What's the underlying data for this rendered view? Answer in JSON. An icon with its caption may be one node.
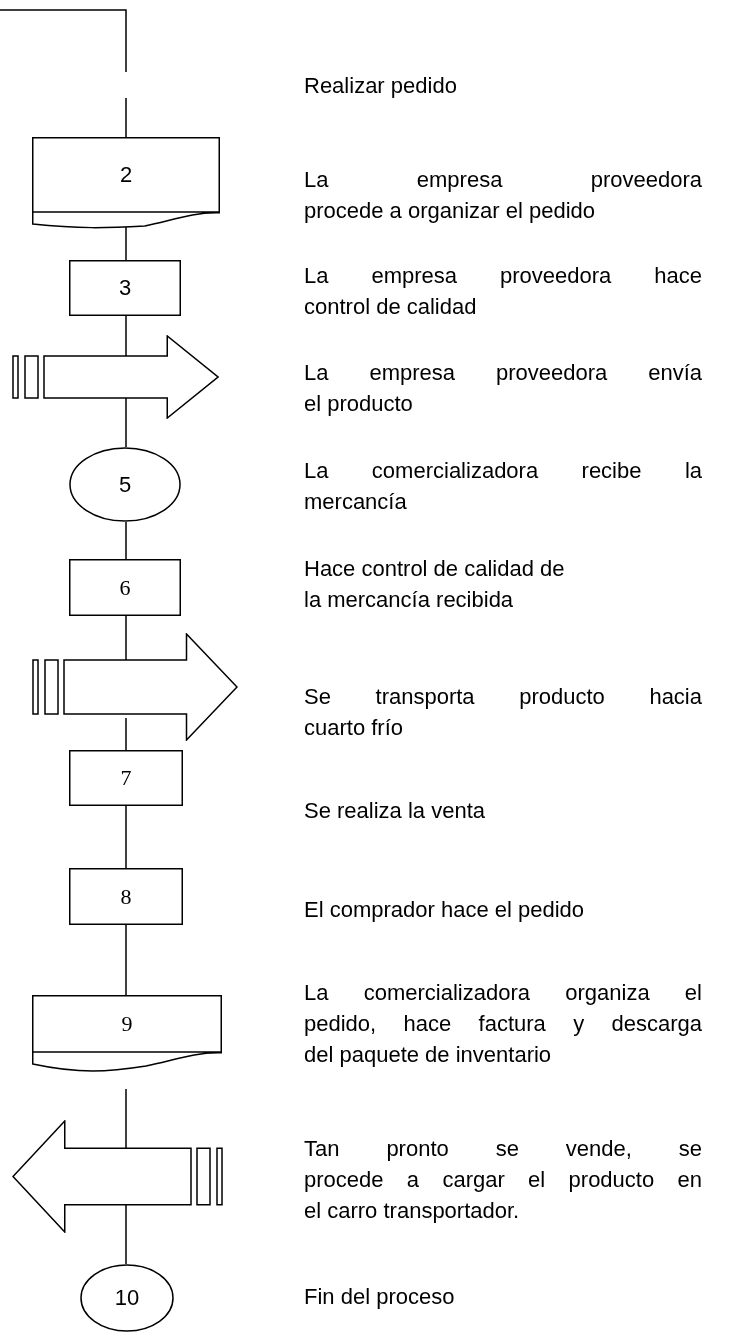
{
  "diagram": {
    "nodes": [
      {
        "text": [
          "2"
        ]
      },
      {
        "text": [
          "3"
        ]
      },
      {
        "text": [],
        "shape": "arrow"
      },
      {
        "text": [
          "5"
        ]
      },
      {
        "text": [
          "6"
        ]
      },
      {
        "text": [],
        "shape": "arrow"
      },
      {
        "text": [
          "7"
        ]
      },
      {
        "text": [
          "8"
        ]
      },
      {
        "text": [
          "9"
        ]
      },
      {
        "text": [],
        "shape": "arrow"
      },
      {
        "text": [
          "10"
        ]
      }
    ],
    "edges": [
      {
        "from": null,
        "to": 0,
        "arrow": "none"
      },
      {
        "from": 0,
        "to": 1,
        "arrow": "none"
      },
      {
        "from": 1,
        "to": 2,
        "arrow": "none"
      },
      {
        "from": 2,
        "to": 3,
        "arrow": "none"
      },
      {
        "from": 3,
        "to": 4,
        "arrow": "none"
      },
      {
        "from": 4,
        "to": 5,
        "arrow": "none"
      },
      {
        "from": 5,
        "to": 6,
        "arrow": "none"
      },
      {
        "from": 6,
        "to": 7,
        "arrow": "none"
      },
      {
        "from": 7,
        "to": 8,
        "arrow": "none"
      },
      {
        "from": 8,
        "to": 9,
        "arrow": "none"
      },
      {
        "from": 9,
        "to": 10,
        "arrow": "none"
      }
    ],
    "labels": [
      "Realizar pedido",
      "La empresa proveedora procede a organizar el pedido",
      "La empresa proveedora hace control de calidad",
      "La empresa proveedora envía el producto",
      "La comercializadora recibe la mercancía",
      "Hace control de calidad de la mercancía recibida",
      "Se transporta producto hacia cuarto frío",
      "Se realiza la venta",
      "El comprador hace el pedido",
      "La comercializadora organiza el pedido, hace factura y descarga del paquete de inventario",
      "Tan pronto se vende, se procede a cargar el producto en el carro transportador.",
      "Fin del proceso"
    ]
  }
}
